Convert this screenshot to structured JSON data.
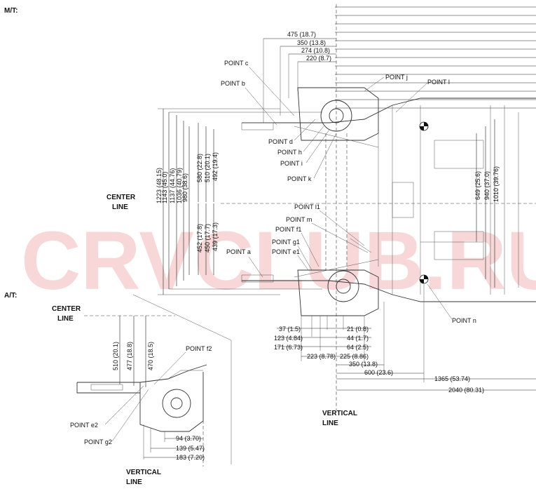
{
  "sections": {
    "mt": "M/T:",
    "at": "A/T:"
  },
  "watermark": "CRVCLUB.RU",
  "reference_lines": {
    "center_line_main": [
      "CENTER",
      "LINE"
    ],
    "vertical_line_main": [
      "VERTICAL",
      "LINE"
    ],
    "center_line_at": [
      "CENTER",
      "LINE"
    ],
    "vertical_line_at": [
      "VERTICAL",
      "LINE"
    ]
  },
  "points_main": [
    "POINT c",
    "POINT b",
    "POINT j",
    "POINT l",
    "POINT d",
    "POINT h",
    "POINT i",
    "POINT k",
    "POINT l1",
    "POINT m",
    "POINT f1",
    "POINT g1",
    "POINT a",
    "POINT e1",
    "POINT n"
  ],
  "points_at": [
    "POINT f2",
    "POINT e2",
    "POINT g2"
  ],
  "top_dims": [
    "475 (18.7)",
    "350 (13.8)",
    "274 (10.8)",
    "220 (8.7)"
  ],
  "left_vertical_dims": [
    "1223 (48.15)",
    "1143 (45.0)",
    "1137 (44.76)",
    "1036 (40.79)",
    "980 (38.6)"
  ],
  "upper_vertical_dims": [
    "580 (22.8)",
    "510 (20.1)",
    "492 (19.4)"
  ],
  "lower_vertical_dims": [
    "452 (17.8)",
    "450 (17.7)",
    "439 (17.3)"
  ],
  "right_vertical_dims": [
    "649 (25.6)",
    "940 (37.0)",
    "1010 (39.76)"
  ],
  "bottom_left_dims": [
    "37 (1.5)",
    "123 (4.84)",
    "171 (6.73)",
    "223 (8.78)"
  ],
  "bottom_right_dims": [
    "21 (0.8)",
    "44 (1.7)",
    "64 (2.5)",
    "225 (8.86)",
    "350 (13.8)",
    "600 (23.6)",
    "1365 (53.74)",
    "2040 (80.31)"
  ],
  "at_vertical_dims": [
    "510 (20.1)",
    "477 (18.8)",
    "470 (18.5)"
  ],
  "at_bottom_dims": [
    "94 (3.70)",
    "139 (5.47)",
    "183 (7.20)"
  ]
}
